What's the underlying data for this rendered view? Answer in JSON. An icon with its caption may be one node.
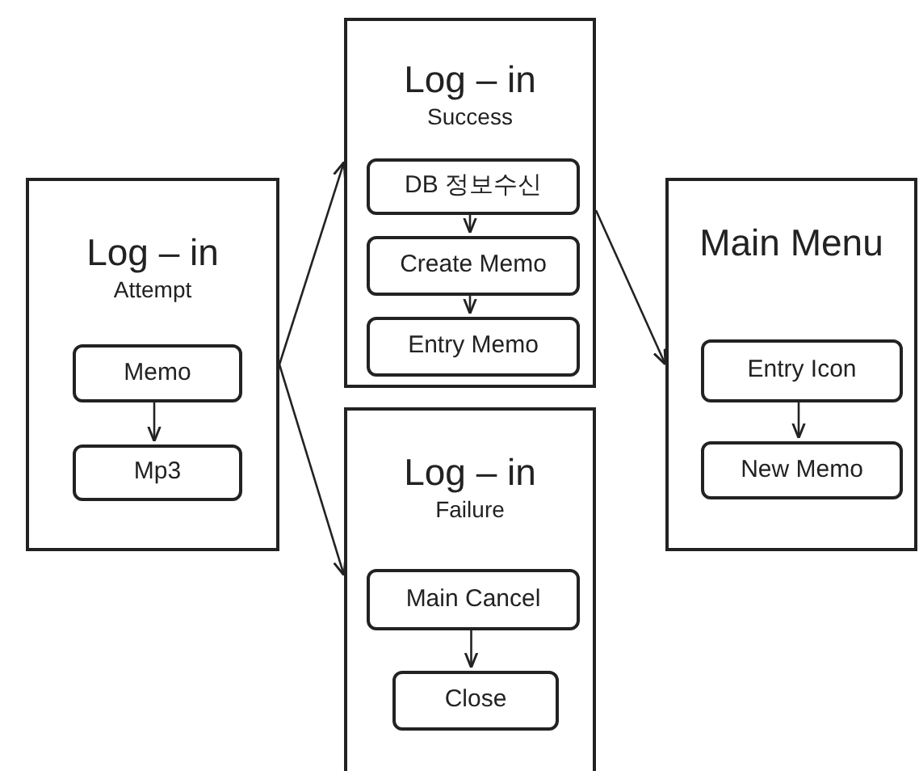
{
  "diagram": {
    "nodes": [
      {
        "text": [
          "Log – in",
          "Attempt"
        ]
      },
      {
        "text": [
          "Memo"
        ],
        "in": 0
      },
      {
        "text": [
          "Mp3"
        ],
        "in": 0
      },
      {
        "text": [
          "Log – in",
          "Success"
        ]
      },
      {
        "text": [
          "DB 정보수신"
        ],
        "in": 3
      },
      {
        "text": [
          "Create Memo"
        ],
        "in": 3
      },
      {
        "text": [
          "Entry Memo"
        ],
        "in": 3
      },
      {
        "text": [
          "Log – in",
          "Failure"
        ]
      },
      {
        "text": [
          "Main Cancel"
        ],
        "in": 7
      },
      {
        "text": [
          "Close"
        ],
        "in": 7
      },
      {
        "text": [
          "Main Menu"
        ]
      },
      {
        "text": [
          "Entry Icon"
        ],
        "in": 10
      },
      {
        "text": [
          "New Memo"
        ],
        "in": 10
      }
    ],
    "edges": [
      {
        "from": 0,
        "to": 3,
        "arrow": "to"
      },
      {
        "from": 0,
        "to": 7,
        "arrow": "to"
      },
      {
        "from": 3,
        "to": 10,
        "arrow": "to"
      },
      {
        "from": 1,
        "to": 2,
        "arrow": "to"
      },
      {
        "from": 4,
        "to": 5,
        "arrow": "to"
      },
      {
        "from": 5,
        "to": 6,
        "arrow": "to"
      },
      {
        "from": 8,
        "to": 9,
        "arrow": "to"
      },
      {
        "from": 11,
        "to": 12,
        "arrow": "to"
      }
    ]
  }
}
